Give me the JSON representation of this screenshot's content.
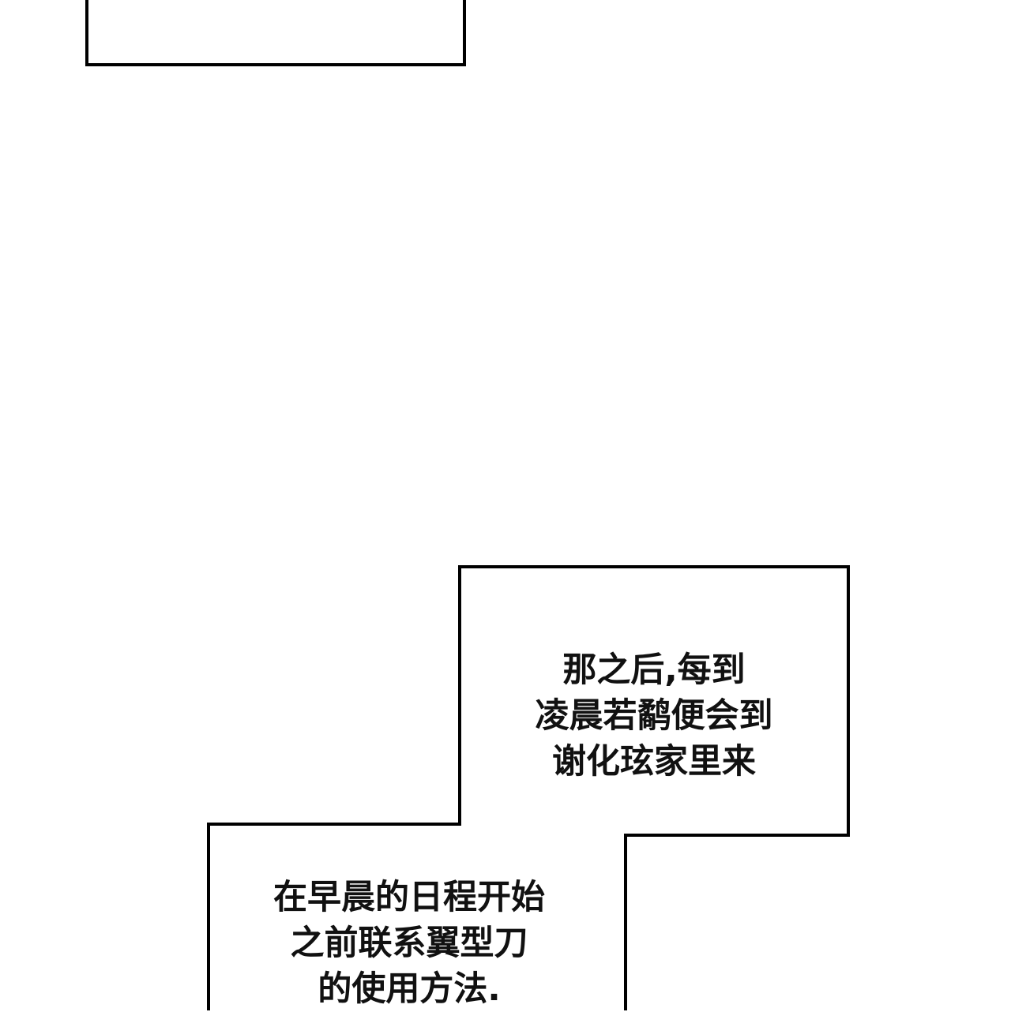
{
  "narration": {
    "upper_box": {
      "lines": [
        "那之后,每到",
        "凌晨若鹬便会到",
        "谢化玹家里来"
      ]
    },
    "lower_box": {
      "lines": [
        "在早晨的日程开始",
        "之前联系翼型刀",
        "的使用方法."
      ]
    }
  },
  "colors": {
    "background": "#ffffff",
    "border": "#000000",
    "text": "#111111"
  }
}
